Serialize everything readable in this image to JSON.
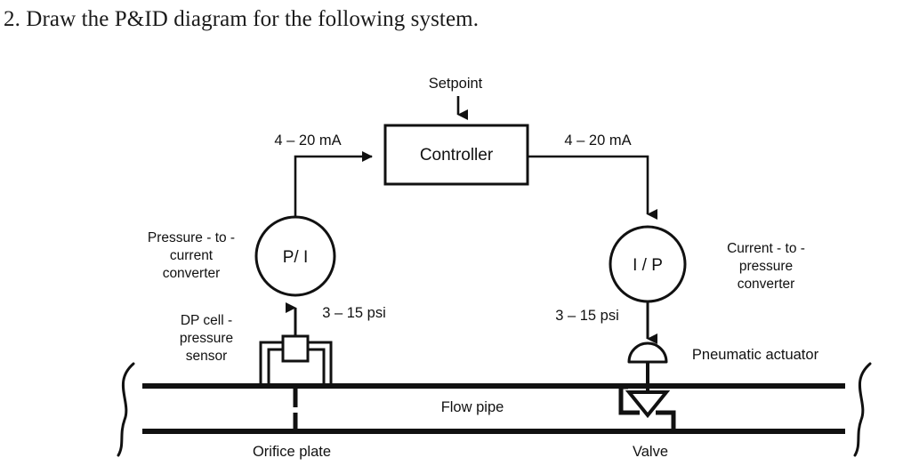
{
  "page": {
    "title": "2. Draw the P&ID diagram for the following system."
  },
  "diagram": {
    "name": "P&ID flow control loop",
    "nodes": {
      "controller": "Controller",
      "pi_converter": "P/ I",
      "ip_converter": "I / P"
    },
    "labels": {
      "setpoint": "Setpoint",
      "signal_left": "4 – 20 mA",
      "signal_right": "4 – 20 mA",
      "pressure_to_current_line1": "Pressure - to -",
      "pressure_to_current_line2": "current",
      "pressure_to_current_line3": "converter",
      "current_to_pressure_line1": "Current - to -",
      "current_to_pressure_line2": "pressure",
      "current_to_pressure_line3": "converter",
      "dp_cell_line1": "DP cell -",
      "dp_cell_line2": "pressure",
      "dp_cell_line3": "sensor",
      "psi_left": "3 – 15 psi",
      "psi_right": "3 – 15 psi",
      "pneumatic_actuator": "Pneumatic actuator",
      "flow_pipe": "Flow pipe",
      "orifice_plate": "Orifice plate",
      "valve": "Valve"
    },
    "colors": {
      "line": "#111111",
      "text": "#111111",
      "background": "#ffffff"
    }
  }
}
